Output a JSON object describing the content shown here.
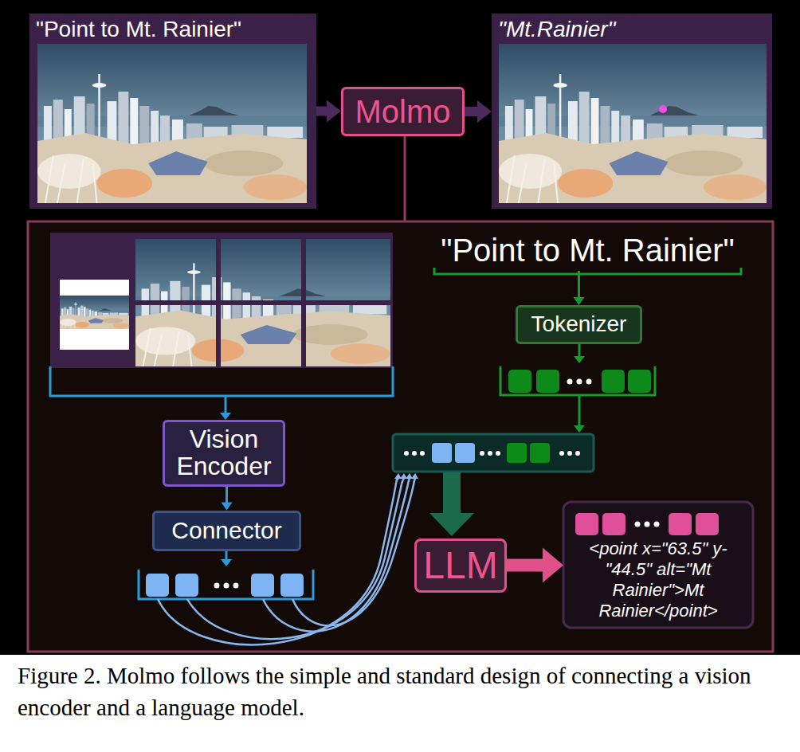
{
  "diagram": {
    "caption": "Figure 2. Molmo follows the simple and standard design of connecting a vision encoder and a language model.",
    "nodes": [
      {
        "text": [
          "\"Point to Mt. Rainier\""
        ]
      },
      {
        "text": [
          "Molmo"
        ]
      },
      {
        "text": [
          "\"Mt.Rainier\""
        ]
      },
      {
        "text": [
          "\"Point to Mt. Rainier\""
        ]
      },
      {
        "text": [
          "Tokenizer"
        ]
      },
      {
        "text": [
          "Vision Encoder"
        ]
      },
      {
        "text": [
          "Connector"
        ]
      },
      {
        "text": [
          "LLM"
        ]
      },
      {
        "text": [
          "<point x=\"63.5\" y-\"44.5\" alt=\"Mt Rainier\">Mt Rainier</point>"
        ]
      }
    ],
    "edges": [
      {
        "from": 0,
        "to": 1,
        "arrow": "to"
      },
      {
        "from": 1,
        "to": 2,
        "arrow": "to"
      },
      {
        "from": 3,
        "to": 4,
        "arrow": "to"
      },
      {
        "from": 5,
        "to": 6,
        "arrow": "to"
      },
      {
        "from": 7,
        "to": 8,
        "arrow": "to"
      }
    ]
  }
}
